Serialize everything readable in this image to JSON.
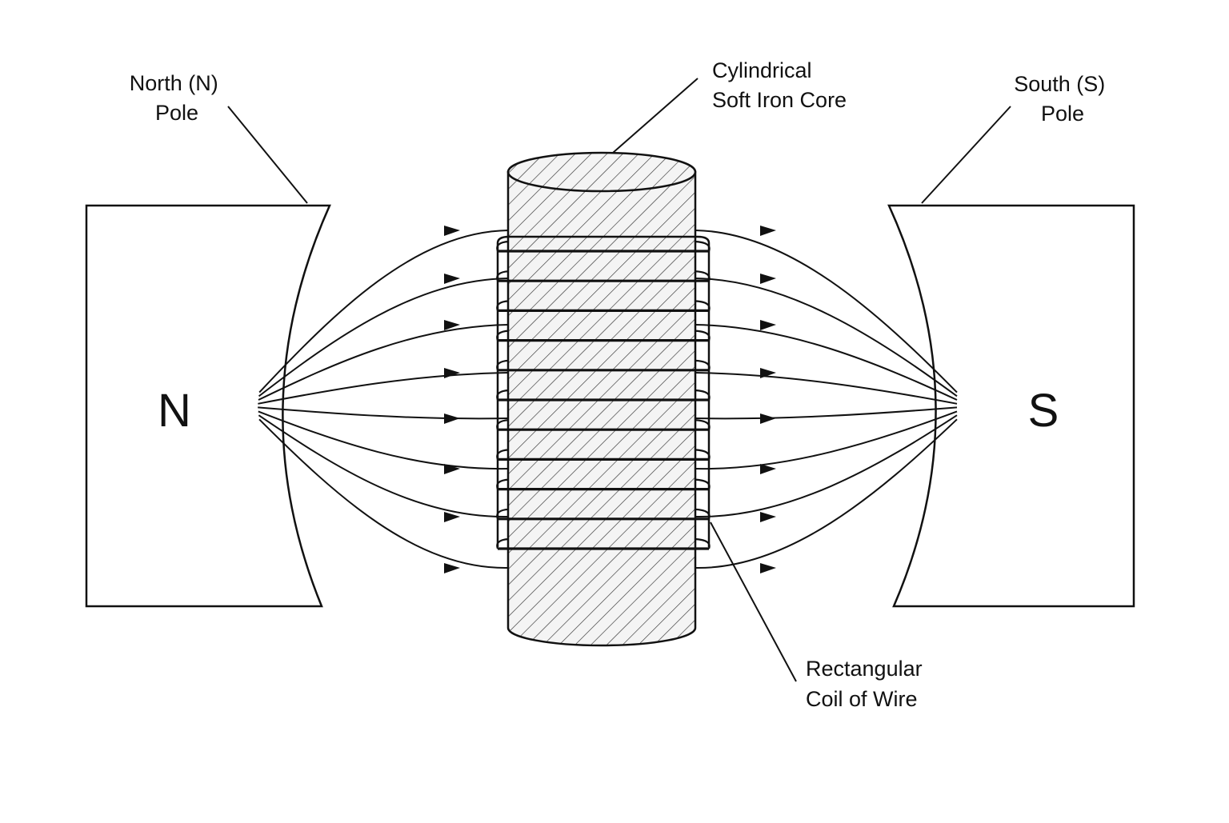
{
  "labels": {
    "north_pole": [
      "North (N)",
      "Pole"
    ],
    "south_pole": [
      "South (S)",
      "Pole"
    ],
    "core": [
      "Cylindrical",
      "Soft Iron Core"
    ],
    "coil": [
      "Rectangular",
      "Coil of Wire"
    ]
  },
  "magnets": {
    "north_letter": "N",
    "south_letter": "S"
  },
  "field": {
    "line_count": 8,
    "direction": "north-to-south",
    "arrow_direction": "right"
  },
  "coil": {
    "turns": 11
  },
  "colors": {
    "stroke": "#111111",
    "background": "#ffffff",
    "core_fill": "#f2f2f2"
  }
}
